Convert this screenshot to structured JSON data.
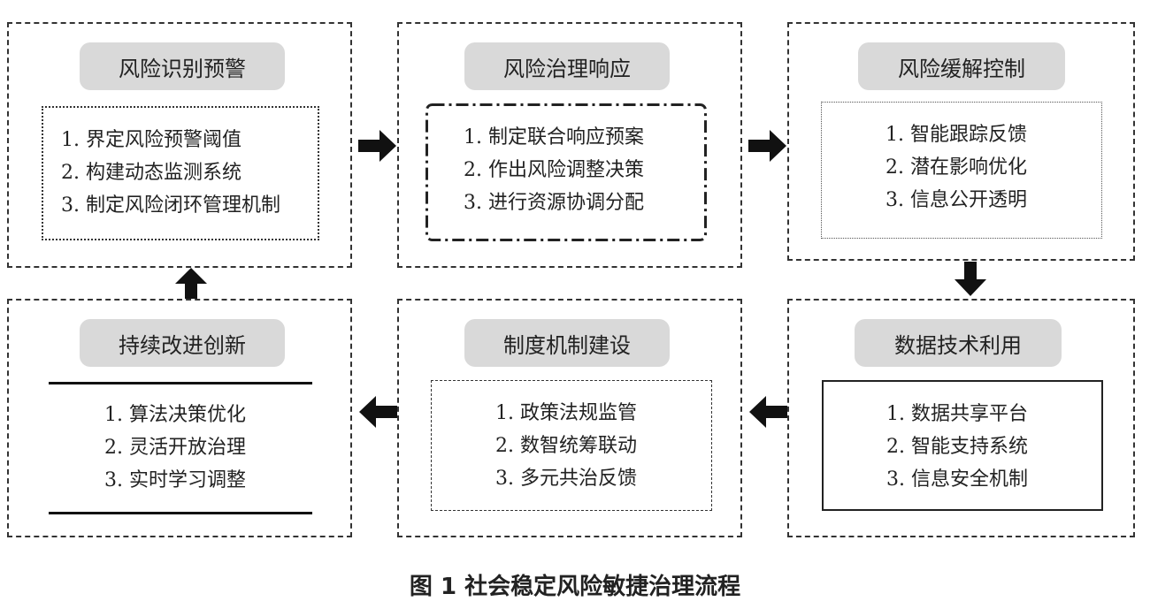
{
  "panels": [
    {
      "title": "风险识别预警",
      "items": [
        "1. 界定风险预警阈值",
        "2. 构建动态监测系统",
        "3. 制定风险闭环管理机制"
      ]
    },
    {
      "title": "风险治理响应",
      "items": [
        "1. 制定联合响应预案",
        "2. 作出风险调整决策",
        "3. 进行资源协调分配"
      ]
    },
    {
      "title": "风险缓解控制",
      "items": [
        "1. 智能跟踪反馈",
        "2. 潜在影响优化",
        "3. 信息公开透明"
      ]
    },
    {
      "title": "数据技术利用",
      "items": [
        "1. 数据共享平台",
        "2. 智能支持系统",
        "3. 信息安全机制"
      ]
    },
    {
      "title": "制度机制建设",
      "items": [
        "1. 政策法规监管",
        "2. 数智统筹联动",
        "3. 多元共治反馈"
      ]
    },
    {
      "title": "持续改进创新",
      "items": [
        "1. 算法决策优化",
        "2. 灵活开放治理",
        "3. 实时学习调整"
      ]
    }
  ],
  "caption": "图 1   社会稳定风险敏捷治理流程",
  "colors": {
    "pill": "#d9d9d9",
    "border": "#333333",
    "arrow": "#111111"
  }
}
